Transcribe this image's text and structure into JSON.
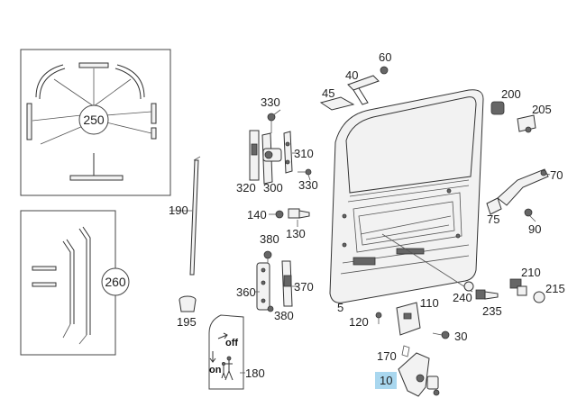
{
  "callouts": {
    "c5": "5",
    "c10": "10",
    "c30": "30",
    "c40": "40",
    "c45": "45",
    "c60": "60",
    "c70": "70",
    "c75": "75",
    "c90": "90",
    "c110": "110",
    "c120": "120",
    "c130": "130",
    "c140": "140",
    "c170": "170",
    "c180": "180",
    "c190": "190",
    "c195": "195",
    "c200": "200",
    "c205": "205",
    "c210": "210",
    "c215": "215",
    "c235": "235",
    "c240": "240",
    "c250": "250",
    "c260": "260",
    "c300": "300",
    "c310": "310",
    "c320": "320",
    "c330a": "330",
    "c330b": "330",
    "c360": "360",
    "c370": "370",
    "c380a": "380",
    "c380b": "380"
  },
  "sign": {
    "off": "off",
    "on": "on"
  },
  "highlight": {
    "callout": "10",
    "color": "#a9d7ef"
  }
}
